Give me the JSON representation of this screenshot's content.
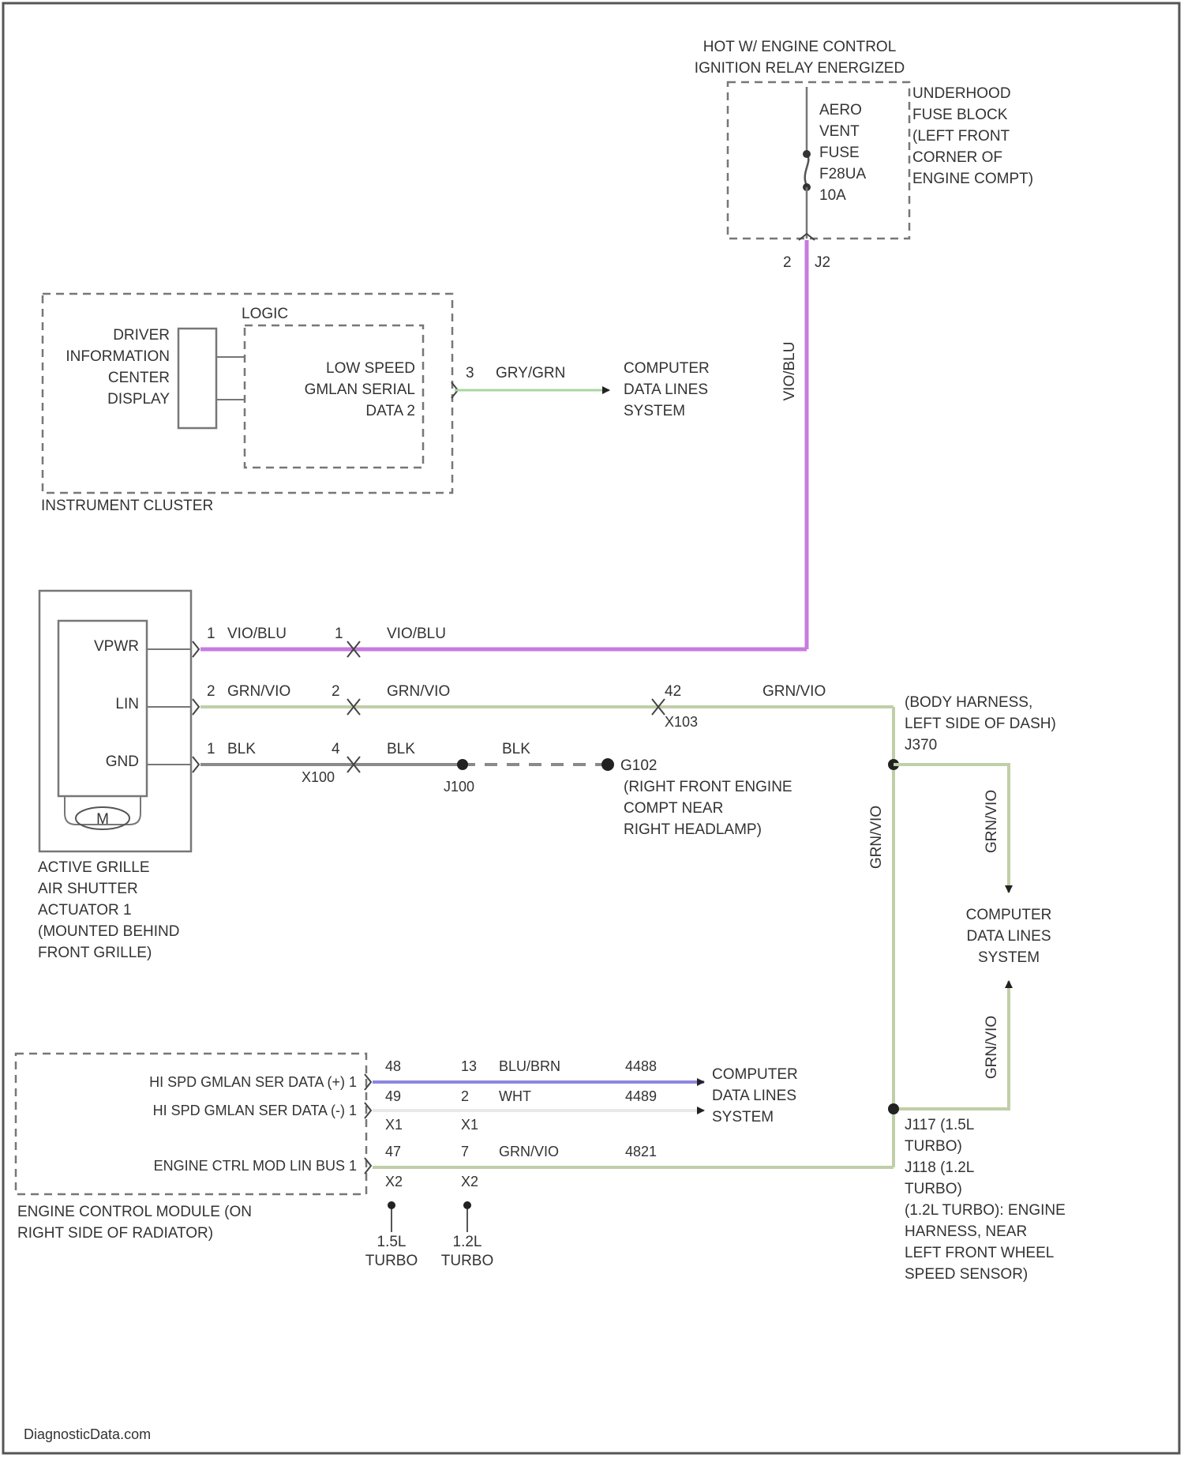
{
  "colors": {
    "wire_violet_blue": "#c77be0",
    "wire_green_violet": "#bfcfa8",
    "wire_black": "#8a8a8a",
    "wire_gray_green": "#a8d4a0",
    "wire_blue_brown": "#8d86e0",
    "wire_white": "#e8e8e8"
  },
  "fuse_block": {
    "header_line1": "HOT W/ ENGINE CONTROL",
    "header_line2": "IGNITION RELAY ENERGIZED",
    "fuse_lines": [
      "AERO",
      "VENT",
      "FUSE",
      "F28UA",
      "10A"
    ],
    "location_lines": [
      "UNDERHOOD",
      "FUSE BLOCK",
      "(LEFT FRONT",
      "CORNER OF",
      "ENGINE COMPT)"
    ],
    "pin": "2",
    "connector": "J2",
    "vertical_wire_label": "VIO/BLU"
  },
  "instrument_cluster": {
    "title": "INSTRUMENT CLUSTER",
    "dic_lines": [
      "DRIVER",
      "INFORMATION",
      "CENTER",
      "DISPLAY"
    ],
    "logic_label": "LOGIC",
    "serial_lines": [
      "LOW SPEED",
      "GMLAN SERIAL",
      "DATA 2"
    ],
    "pin": "3",
    "wire_color": "GRY/GRN",
    "dest_lines": [
      "COMPUTER",
      "DATA LINES",
      "SYSTEM"
    ]
  },
  "actuator": {
    "pins": [
      "VPWR",
      "LIN",
      "GND"
    ],
    "motor": "M",
    "label_lines": [
      "ACTIVE GRILLE",
      "AIR SHUTTER",
      "ACTUATOR 1",
      "(MOUNTED BEHIND",
      "FRONT GRILLE)"
    ],
    "wire_vpwr": {
      "pin": "1",
      "color": "VIO/BLU",
      "x100_pin": "1",
      "after": "VIO/BLU"
    },
    "wire_lin": {
      "pin": "2",
      "color": "GRN/VIO",
      "x100_pin": "2",
      "after": "GRN/VIO",
      "x103_pin": "42",
      "x103": "X103",
      "far": "GRN/VIO"
    },
    "wire_gnd": {
      "pin": "1",
      "color": "BLK",
      "x100_pin": "4",
      "after": "BLK",
      "x100": "X100",
      "splice": "J100",
      "after_splice": "BLK",
      "ground": "G102"
    },
    "ground_location_lines": [
      "(RIGHT FRONT ENGINE",
      "COMPT NEAR",
      "RIGHT HEADLAMP)"
    ]
  },
  "splice_upper": {
    "lines": [
      "(BODY HARNESS,",
      "LEFT SIDE OF DASH)",
      "J370"
    ],
    "vertical_label": "GRN/VIO",
    "branch_label": "GRN/VIO"
  },
  "data_lines_right": [
    "COMPUTER",
    "DATA LINES",
    "SYSTEM"
  ],
  "ecm": {
    "rows": [
      {
        "label": "HI SPD GMLAN SER DATA (+) 1",
        "ecm_pin": "48",
        "harness_pin": "13",
        "wire": "BLU/BRN",
        "circuit": "4488"
      },
      {
        "label": "HI SPD GMLAN SER DATA (-) 1",
        "ecm_pin": "49",
        "harness_pin": "2",
        "wire": "WHT",
        "circuit": "4489"
      },
      {
        "label": "ENGINE CTRL MOD LIN BUS 1",
        "ecm_pin": "47",
        "harness_pin": "7",
        "wire": "GRN/VIO",
        "circuit": "4821"
      }
    ],
    "x1_left": "X1",
    "x1_right": "X1",
    "x2_left": "X2",
    "x2_right": "X2",
    "title_lines": [
      "ENGINE CONTROL MODULE (ON",
      "RIGHT SIDE OF RADIATOR)"
    ],
    "variant_left": [
      "1.5L",
      "TURBO"
    ],
    "variant_right": [
      "1.2L",
      "TURBO"
    ],
    "dest_lines": [
      "COMPUTER",
      "DATA LINES",
      "SYSTEM"
    ]
  },
  "splice_lower": {
    "lines": [
      "J117 (1.5L",
      "TURBO)",
      "J118 (1.2L",
      "TURBO)",
      "(1.2L TURBO): ENGINE",
      "HARNESS, NEAR",
      "LEFT FRONT WHEEL",
      "SPEED SENSOR)"
    ],
    "branch_label": "GRN/VIO"
  },
  "watermark": "DiagnosticData.com"
}
